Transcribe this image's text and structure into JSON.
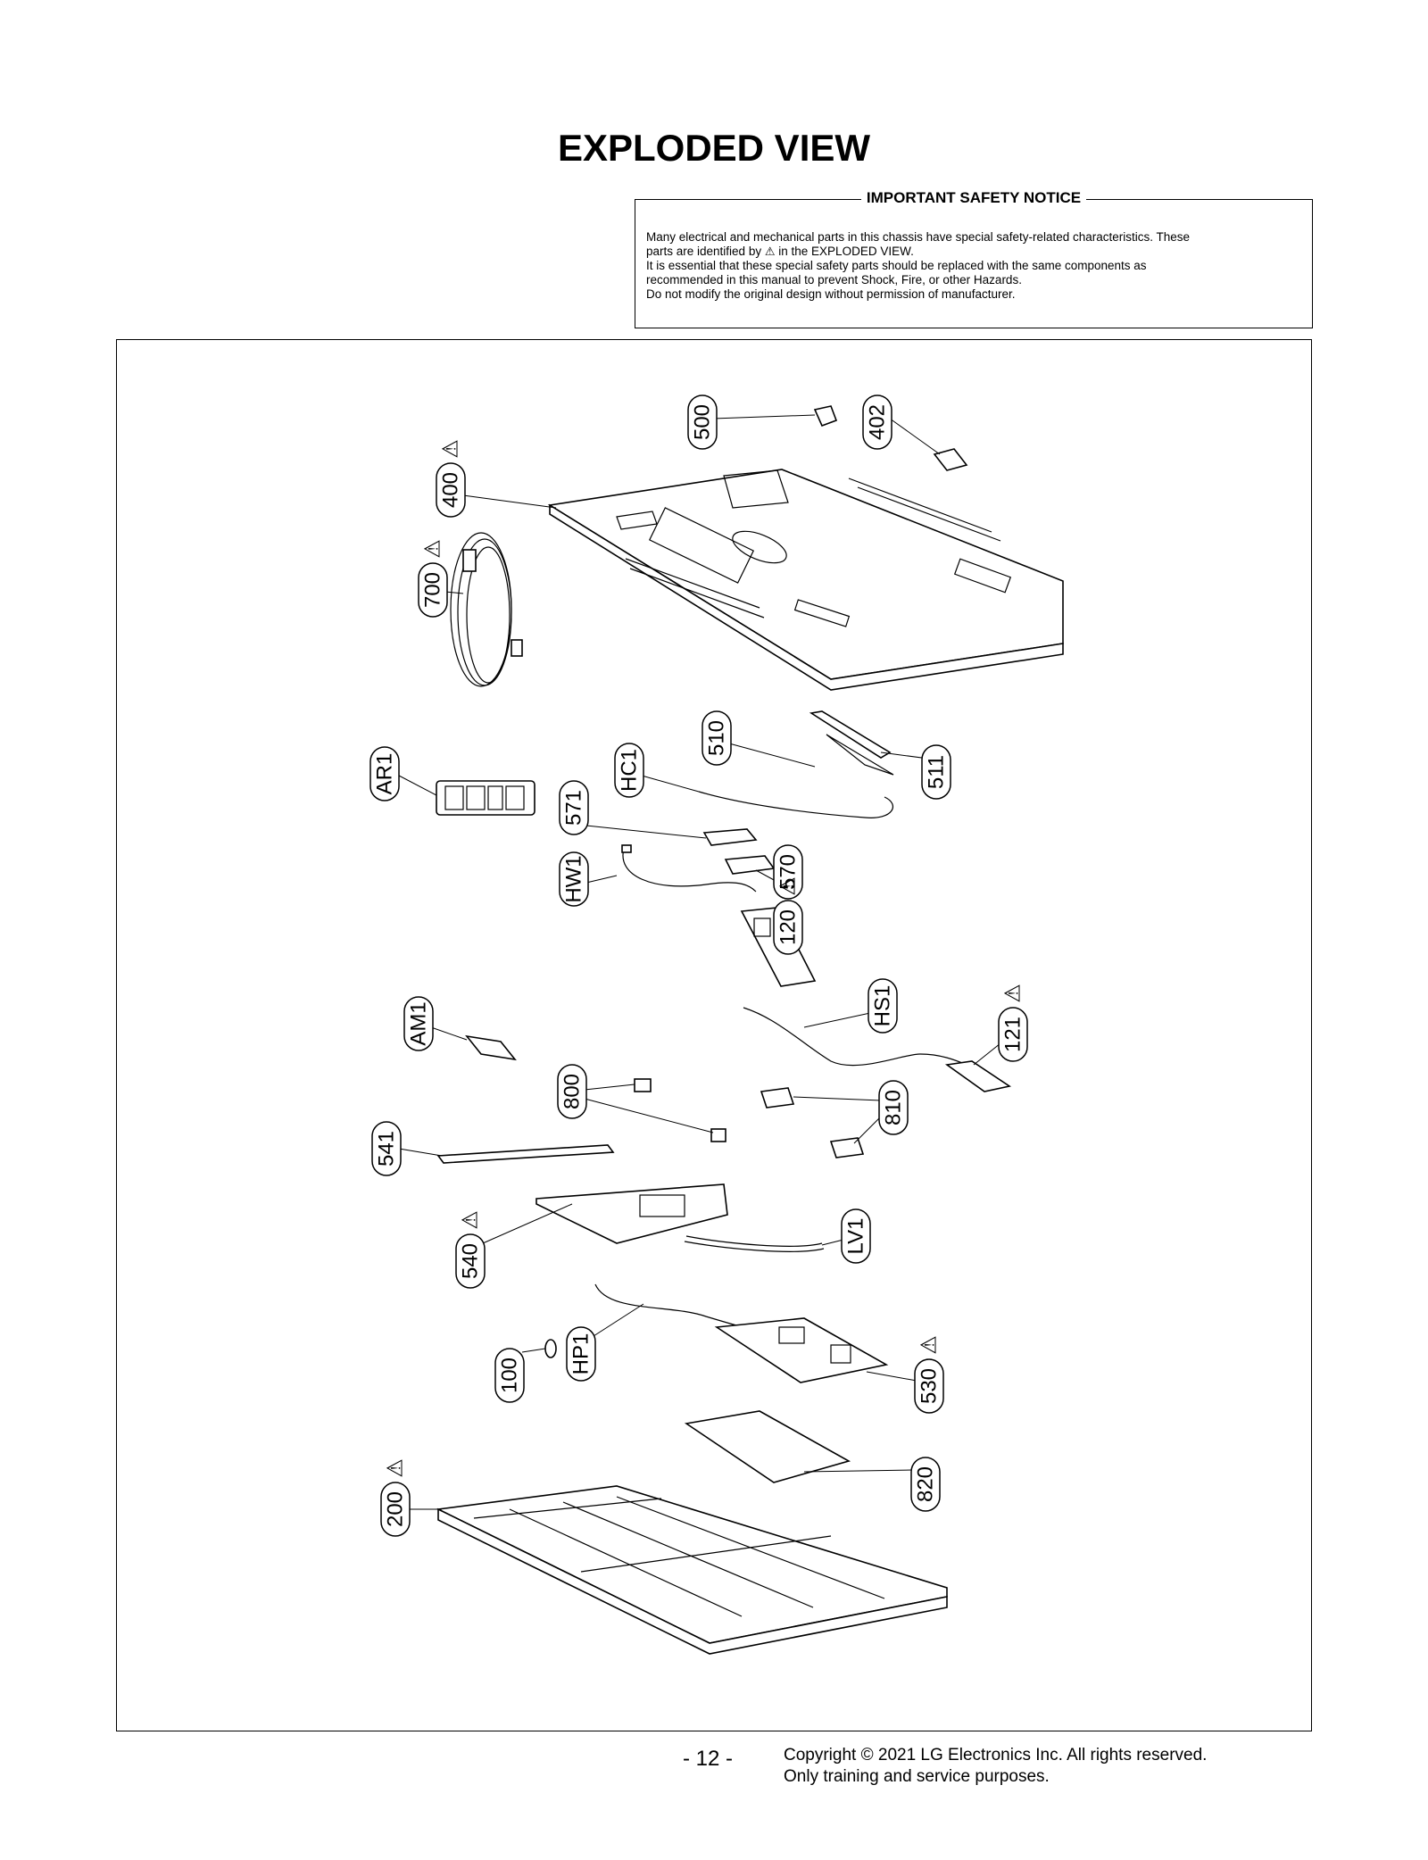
{
  "title": "EXPLODED VIEW",
  "notice": {
    "heading": "IMPORTANT SAFETY NOTICE",
    "line1": "Many electrical and mechanical parts in this chassis have special safety-related characteristics. These",
    "line2_a": "parts are identified by",
    "line2_b": "in the EXPLODED VIEW.",
    "line3": "It is essential that these special safety parts should be replaced with the same components as",
    "line4": "recommended in this manual to prevent Shock, Fire, or other Hazards.",
    "line5": "Do not modify the original design without permission of manufacturer.",
    "warning_symbol": "⚠"
  },
  "parts": [
    {
      "id": "500",
      "label": "500",
      "safety": false
    },
    {
      "id": "402",
      "label": "402",
      "safety": false
    },
    {
      "id": "400",
      "label": "400",
      "safety": true
    },
    {
      "id": "700",
      "label": "700",
      "safety": true
    },
    {
      "id": "AR1",
      "label": "AR1",
      "safety": false
    },
    {
      "id": "510",
      "label": "510",
      "safety": false
    },
    {
      "id": "HC1",
      "label": "HC1",
      "safety": false
    },
    {
      "id": "511",
      "label": "511",
      "safety": false
    },
    {
      "id": "571",
      "label": "571",
      "safety": false
    },
    {
      "id": "HW1",
      "label": "HW1",
      "safety": false
    },
    {
      "id": "570",
      "label": "570",
      "safety": false
    },
    {
      "id": "120",
      "label": "120",
      "safety": true
    },
    {
      "id": "HS1",
      "label": "HS1",
      "safety": false
    },
    {
      "id": "121",
      "label": "121",
      "safety": true
    },
    {
      "id": "AM1",
      "label": "AM1",
      "safety": false
    },
    {
      "id": "800",
      "label": "800",
      "safety": false
    },
    {
      "id": "810",
      "label": "810",
      "safety": false
    },
    {
      "id": "541",
      "label": "541",
      "safety": false
    },
    {
      "id": "540",
      "label": "540",
      "safety": true
    },
    {
      "id": "LV1",
      "label": "LV1",
      "safety": false
    },
    {
      "id": "100",
      "label": "100",
      "safety": false
    },
    {
      "id": "HP1",
      "label": "HP1",
      "safety": false
    },
    {
      "id": "530",
      "label": "530",
      "safety": true
    },
    {
      "id": "820",
      "label": "820",
      "safety": false
    },
    {
      "id": "200",
      "label": "200",
      "safety": true
    }
  ],
  "footer": {
    "page": "- 12 -",
    "copyright": "Copyright © 2021 LG Electronics Inc. All rights reserved.",
    "note": "Only training and service purposes."
  }
}
